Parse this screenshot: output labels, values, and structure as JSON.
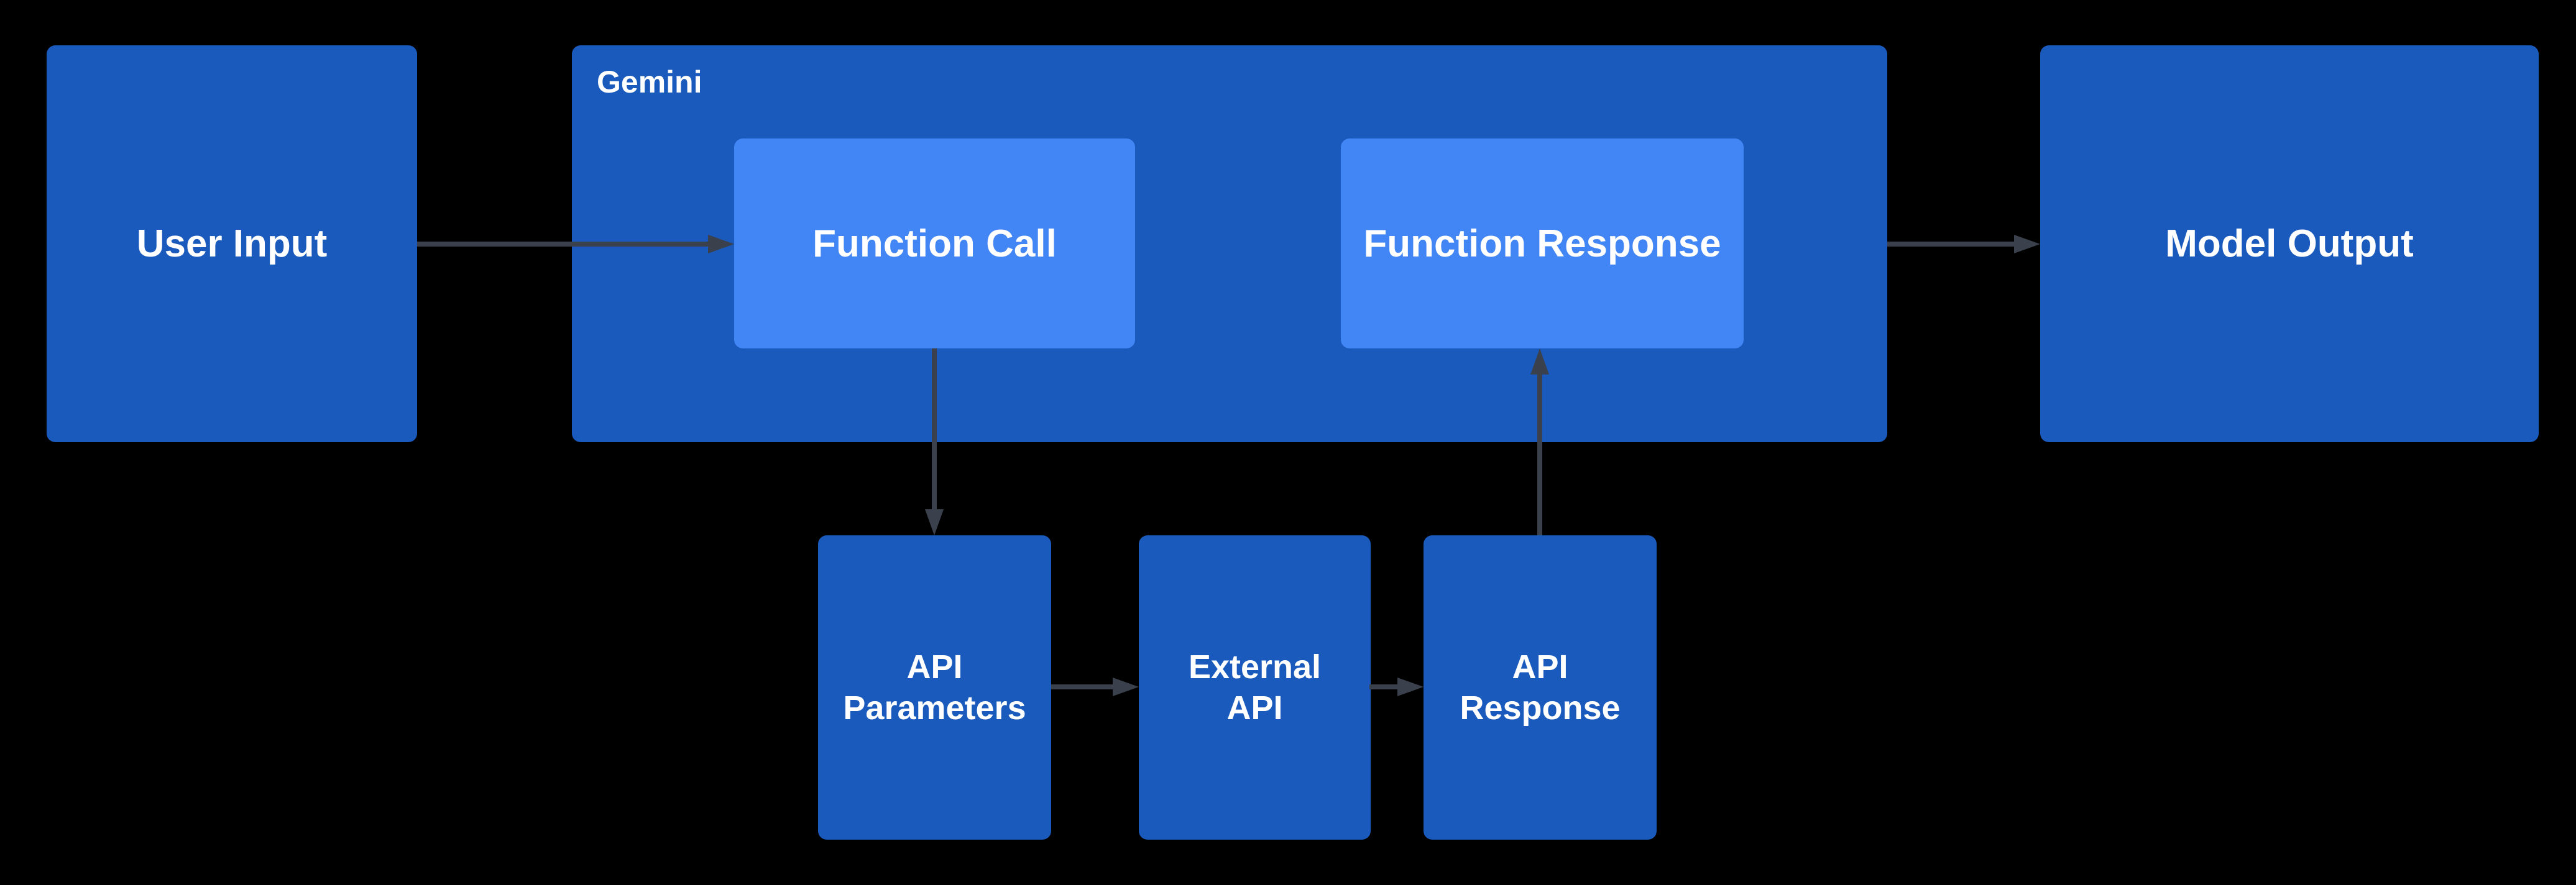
{
  "diagram": {
    "background": "#000000",
    "colors": {
      "node_fill": "#1a5abc",
      "inner_node_fill": "#4285f4",
      "arrow": "#3a414c",
      "label_text": "#ffffff"
    },
    "nodes": {
      "user_input": {
        "label": "User Input"
      },
      "gemini": {
        "label": "Gemini"
      },
      "function_call": {
        "label": "Function Call"
      },
      "function_response": {
        "label": "Function Response"
      },
      "model_output": {
        "label": "Model Output"
      },
      "api_parameters": {
        "lines": [
          "API",
          "Parameters"
        ]
      },
      "external_api": {
        "lines": [
          "External",
          "API"
        ]
      },
      "api_response": {
        "lines": [
          "API",
          "Response"
        ]
      }
    },
    "edges": [
      {
        "from": "User Input",
        "to": "Function Call"
      },
      {
        "from": "Gemini",
        "to": "Model Output"
      },
      {
        "from": "Function Call",
        "to": "API Parameters"
      },
      {
        "from": "API Parameters",
        "to": "External API"
      },
      {
        "from": "External API",
        "to": "API Response"
      },
      {
        "from": "API Response",
        "to": "Function Response"
      }
    ]
  }
}
